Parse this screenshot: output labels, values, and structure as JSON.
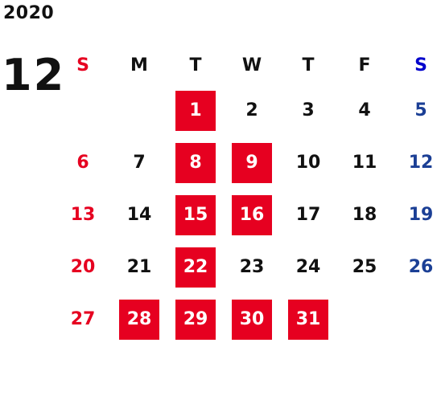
{
  "calendar": {
    "year": "2020",
    "month": "12",
    "weekdays": [
      "S",
      "M",
      "T",
      "W",
      "T",
      "F",
      "S"
    ],
    "weeks": [
      [
        {
          "day": "",
          "hl": false
        },
        {
          "day": "",
          "hl": false
        },
        {
          "day": "1",
          "hl": true
        },
        {
          "day": "2",
          "hl": false
        },
        {
          "day": "3",
          "hl": false
        },
        {
          "day": "4",
          "hl": false
        },
        {
          "day": "5",
          "hl": false
        }
      ],
      [
        {
          "day": "6",
          "hl": false
        },
        {
          "day": "7",
          "hl": false
        },
        {
          "day": "8",
          "hl": true
        },
        {
          "day": "9",
          "hl": true
        },
        {
          "day": "10",
          "hl": false
        },
        {
          "day": "11",
          "hl": false
        },
        {
          "day": "12",
          "hl": false
        }
      ],
      [
        {
          "day": "13",
          "hl": false
        },
        {
          "day": "14",
          "hl": false
        },
        {
          "day": "15",
          "hl": true
        },
        {
          "day": "16",
          "hl": true
        },
        {
          "day": "17",
          "hl": false
        },
        {
          "day": "18",
          "hl": false
        },
        {
          "day": "19",
          "hl": false
        }
      ],
      [
        {
          "day": "20",
          "hl": false
        },
        {
          "day": "21",
          "hl": false
        },
        {
          "day": "22",
          "hl": true
        },
        {
          "day": "23",
          "hl": false
        },
        {
          "day": "24",
          "hl": false
        },
        {
          "day": "25",
          "hl": false
        },
        {
          "day": "26",
          "hl": false
        }
      ],
      [
        {
          "day": "27",
          "hl": false
        },
        {
          "day": "28",
          "hl": true
        },
        {
          "day": "29",
          "hl": true
        },
        {
          "day": "30",
          "hl": true
        },
        {
          "day": "31",
          "hl": true
        },
        {
          "day": "",
          "hl": false
        },
        {
          "day": "",
          "hl": false
        }
      ]
    ],
    "colors": {
      "highlight": "#e60020",
      "sunday": "#e60020",
      "saturday": "#1b3f95",
      "saturday_header": "#0000cc",
      "text": "#111111"
    }
  }
}
